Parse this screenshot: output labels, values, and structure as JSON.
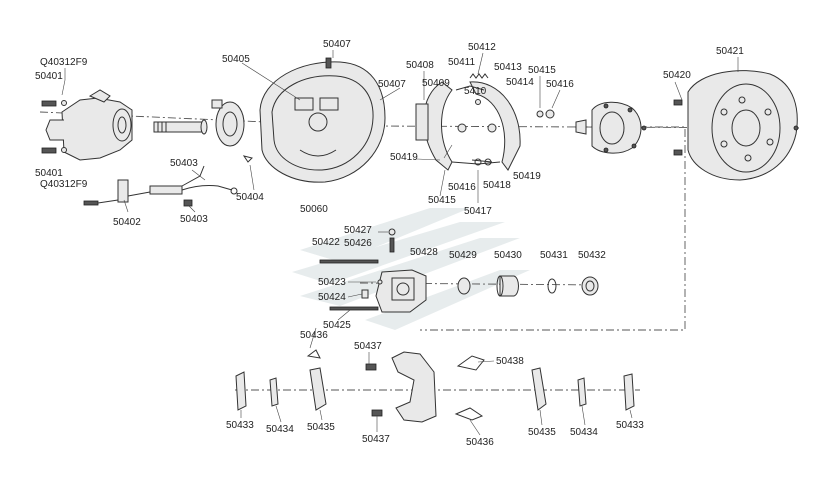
{
  "diagram": {
    "labels": [
      {
        "id": "l1",
        "text": "50407"
      },
      {
        "id": "l2",
        "text": "50412"
      },
      {
        "id": "l3",
        "text": "50421"
      },
      {
        "id": "l4",
        "text": "Q40312F9"
      },
      {
        "id": "l5",
        "text": "50405"
      },
      {
        "id": "l6",
        "text": "50411"
      },
      {
        "id": "l7",
        "text": "50413"
      },
      {
        "id": "l8",
        "text": "50408"
      },
      {
        "id": "l9",
        "text": "50415"
      },
      {
        "id": "l10",
        "text": "50401"
      },
      {
        "id": "l11",
        "text": "50420"
      },
      {
        "id": "l12",
        "text": "50407"
      },
      {
        "id": "l13",
        "text": "50409"
      },
      {
        "id": "l14",
        "text": "50414"
      },
      {
        "id": "l15",
        "text": "50416"
      },
      {
        "id": "l16",
        "text": "5410"
      },
      {
        "id": "l17",
        "text": "50419"
      },
      {
        "id": "l18",
        "text": "50416"
      },
      {
        "id": "l19",
        "text": "50418"
      },
      {
        "id": "l20",
        "text": "50419"
      },
      {
        "id": "l21",
        "text": "50401"
      },
      {
        "id": "l22",
        "text": "Q40312F9"
      },
      {
        "id": "l23",
        "text": "50403"
      },
      {
        "id": "l24",
        "text": "50404"
      },
      {
        "id": "l25",
        "text": "50415"
      },
      {
        "id": "l26",
        "text": "50060"
      },
      {
        "id": "l27",
        "text": "50417"
      },
      {
        "id": "l28",
        "text": "50402"
      },
      {
        "id": "l29",
        "text": "50403"
      },
      {
        "id": "l30",
        "text": "50427"
      },
      {
        "id": "l31",
        "text": "50422"
      },
      {
        "id": "l32",
        "text": "50426"
      },
      {
        "id": "l33",
        "text": "50428"
      },
      {
        "id": "l34",
        "text": "50429"
      },
      {
        "id": "l35",
        "text": "50430"
      },
      {
        "id": "l36",
        "text": "50431"
      },
      {
        "id": "l37",
        "text": "50432"
      },
      {
        "id": "l38",
        "text": "50423"
      },
      {
        "id": "l39",
        "text": "50424"
      },
      {
        "id": "l40",
        "text": "50425"
      },
      {
        "id": "l41",
        "text": "50436"
      },
      {
        "id": "l42",
        "text": "50437"
      },
      {
        "id": "l43",
        "text": "50438"
      },
      {
        "id": "l44",
        "text": "50433"
      },
      {
        "id": "l45",
        "text": "50434"
      },
      {
        "id": "l46",
        "text": "50435"
      },
      {
        "id": "l47",
        "text": "50437"
      },
      {
        "id": "l48",
        "text": "50436"
      },
      {
        "id": "l49",
        "text": "50435"
      },
      {
        "id": "l50",
        "text": "50434"
      },
      {
        "id": "l51",
        "text": "50433"
      }
    ]
  }
}
